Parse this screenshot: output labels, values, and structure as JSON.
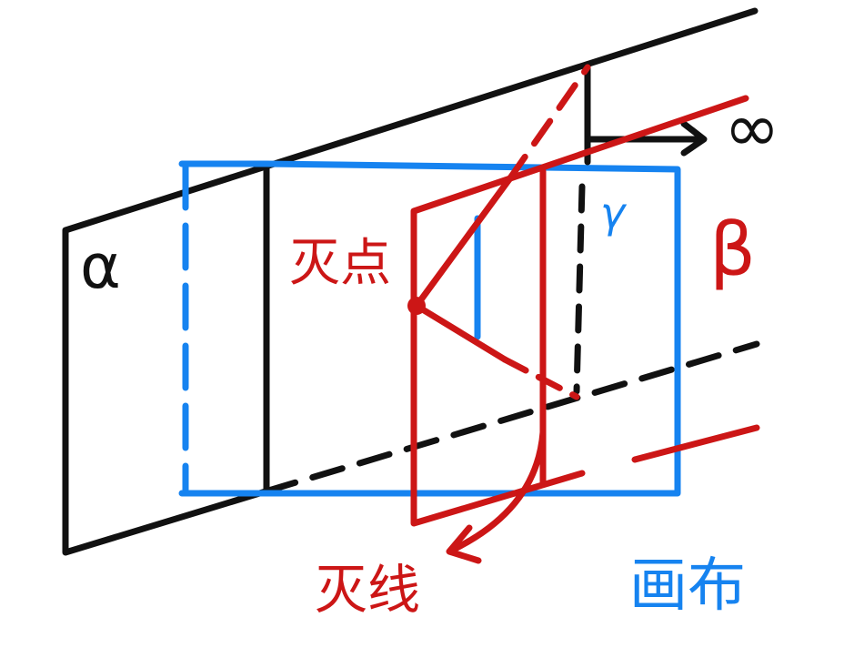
{
  "colors": {
    "black": "#111111",
    "blue": "#1683f0",
    "red": "#cc1616"
  },
  "labels": {
    "alpha": "α",
    "beta": "β",
    "gamma": "γ",
    "infinity": "∞",
    "vanishing_point": "灭点",
    "vanishing_line": "灭线",
    "canvas": "画布"
  }
}
